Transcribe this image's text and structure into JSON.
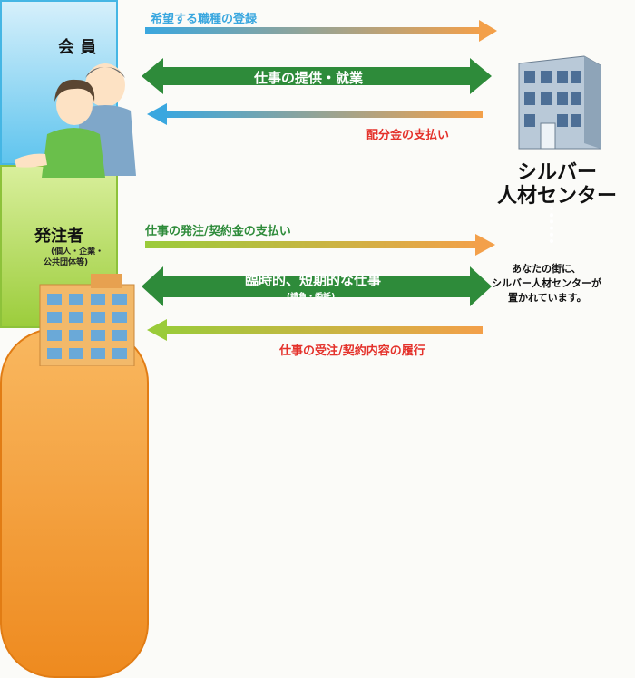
{
  "member": {
    "title": "会 員"
  },
  "client": {
    "title": "発注者",
    "subtitle_line1": "(個人・企業・",
    "subtitle_line2": "公共団体等)"
  },
  "center": {
    "name_line1": "シルバー",
    "name_line2": "人材センター",
    "note_line1": "あなたの街に、",
    "note_line2": "シルバー人材センターが",
    "note_line3": "置かれています。"
  },
  "arrows": {
    "register": "希望する職種の登録",
    "provide": "仕事の提供・就業",
    "payout": "配分金の支払い",
    "order": "仕事の発注/契約金の支払い",
    "temporary": "臨時的、短期的な仕事",
    "temporary_sub": "(請負・委託)",
    "receive": "仕事の受注/契約内容の履行"
  },
  "colors": {
    "blue": "#5ab7e6",
    "green": "#2e8b3a",
    "orange": "#ee8a1f",
    "red": "#e4322b"
  }
}
